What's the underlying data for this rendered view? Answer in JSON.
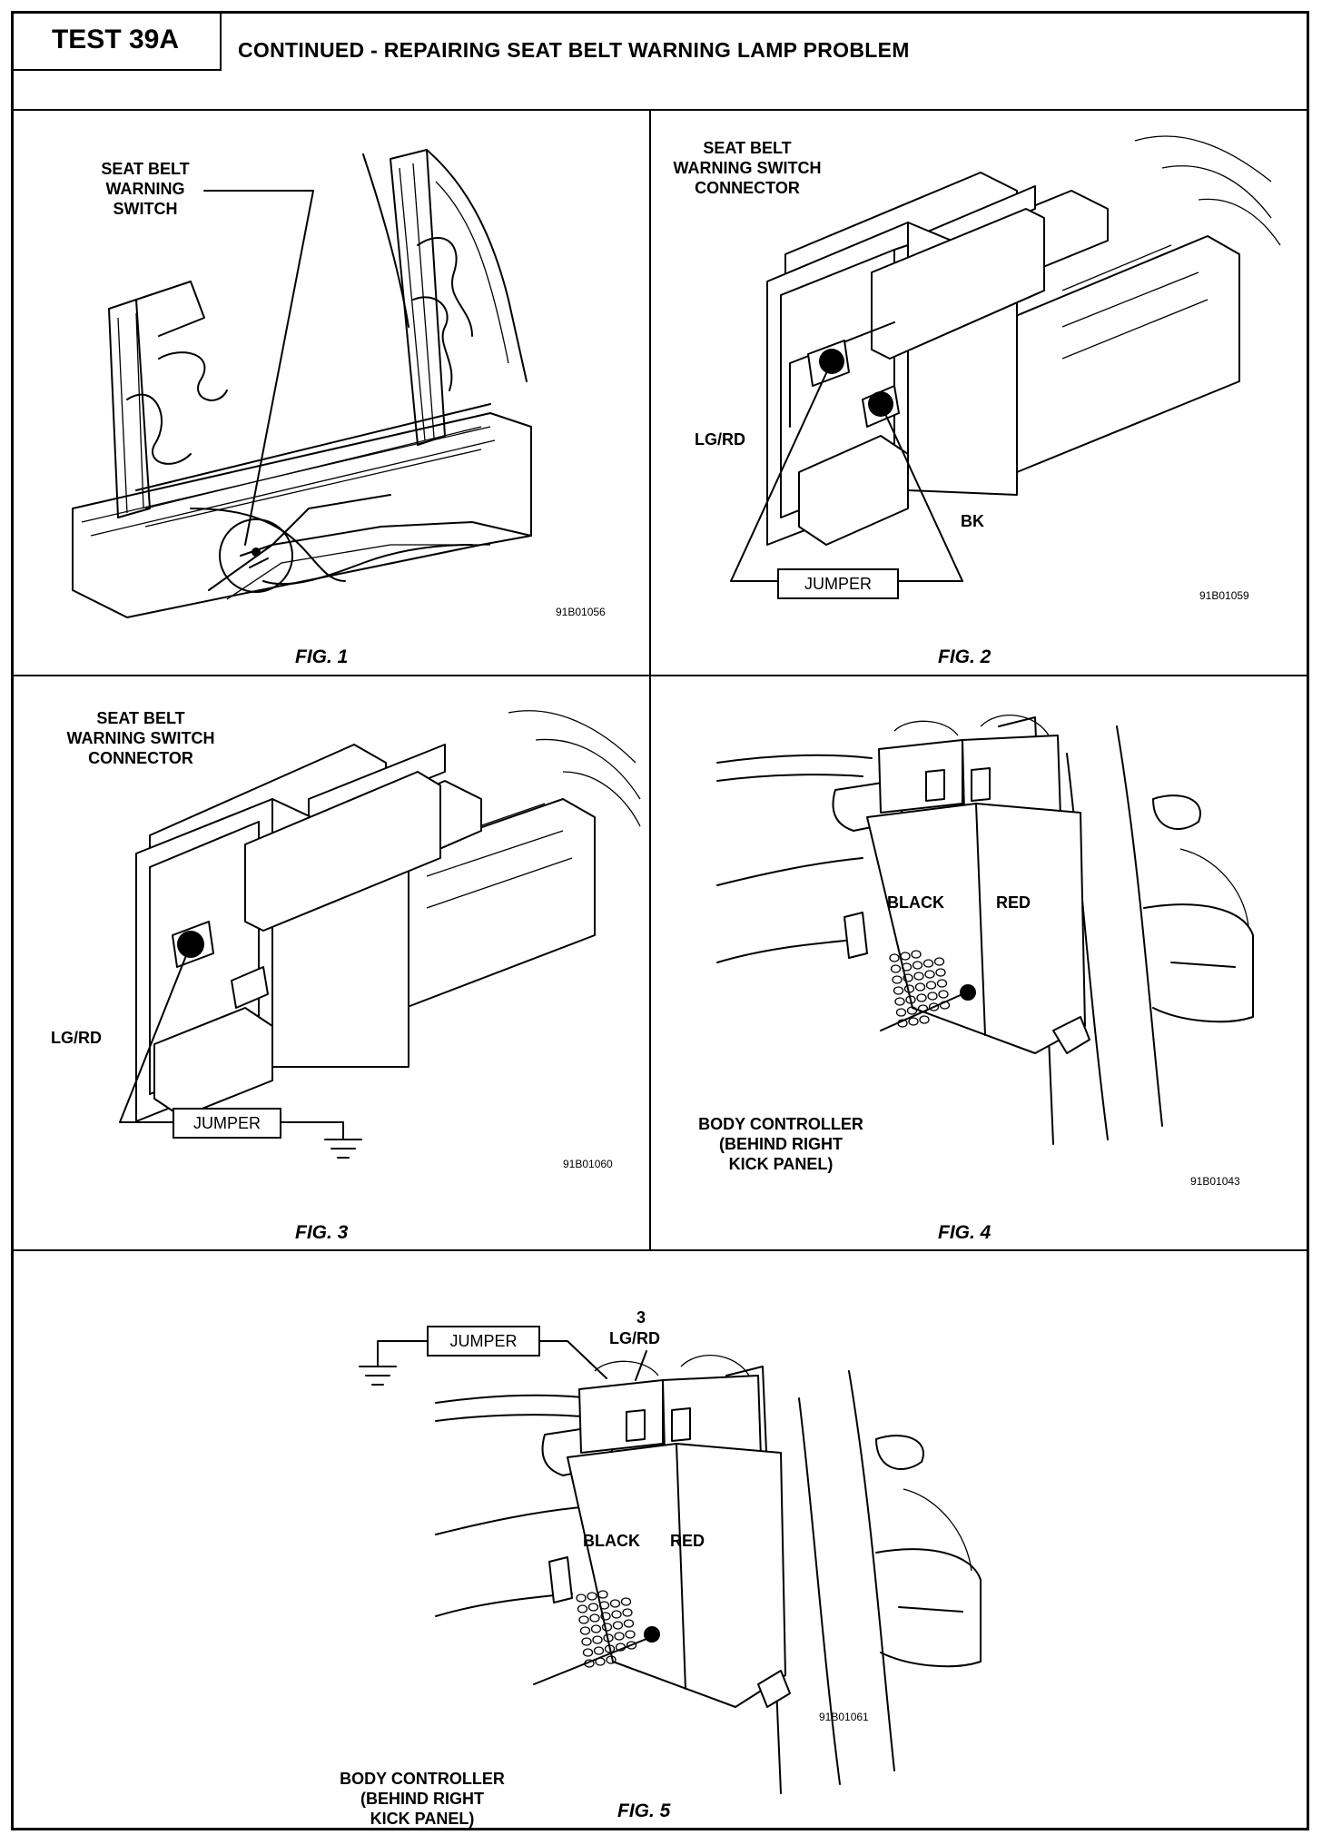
{
  "header": {
    "test_label": "TEST 39A",
    "title": "CONTINUED - REPAIRING SEAT BELT WARNING LAMP PROBLEM"
  },
  "figures": [
    {
      "caption": "FIG. 1",
      "code": "91B01056",
      "labels": [
        "SEAT BELT",
        "WARNING",
        "SWITCH"
      ]
    },
    {
      "caption": "FIG. 2",
      "code": "91B01059",
      "labels": [
        "SEAT BELT",
        "WARNING SWITCH",
        "CONNECTOR",
        "LG/RD",
        "BK",
        "JUMPER"
      ]
    },
    {
      "caption": "FIG. 3",
      "code": "91B01060",
      "labels": [
        "SEAT BELT",
        "WARNING SWITCH",
        "CONNECTOR",
        "LG/RD",
        "JUMPER"
      ]
    },
    {
      "caption": "FIG. 4",
      "code": "91B01043",
      "labels": [
        "BLACK",
        "RED",
        "BODY CONTROLLER",
        "(BEHIND RIGHT",
        "KICK PANEL)"
      ]
    },
    {
      "caption": "FIG. 5",
      "code": "91B01061",
      "labels": [
        "JUMPER",
        "3",
        "LG/RD",
        "BLACK",
        "RED",
        "BODY CONTROLLER",
        "(BEHIND RIGHT",
        "KICK PANEL)"
      ]
    }
  ]
}
